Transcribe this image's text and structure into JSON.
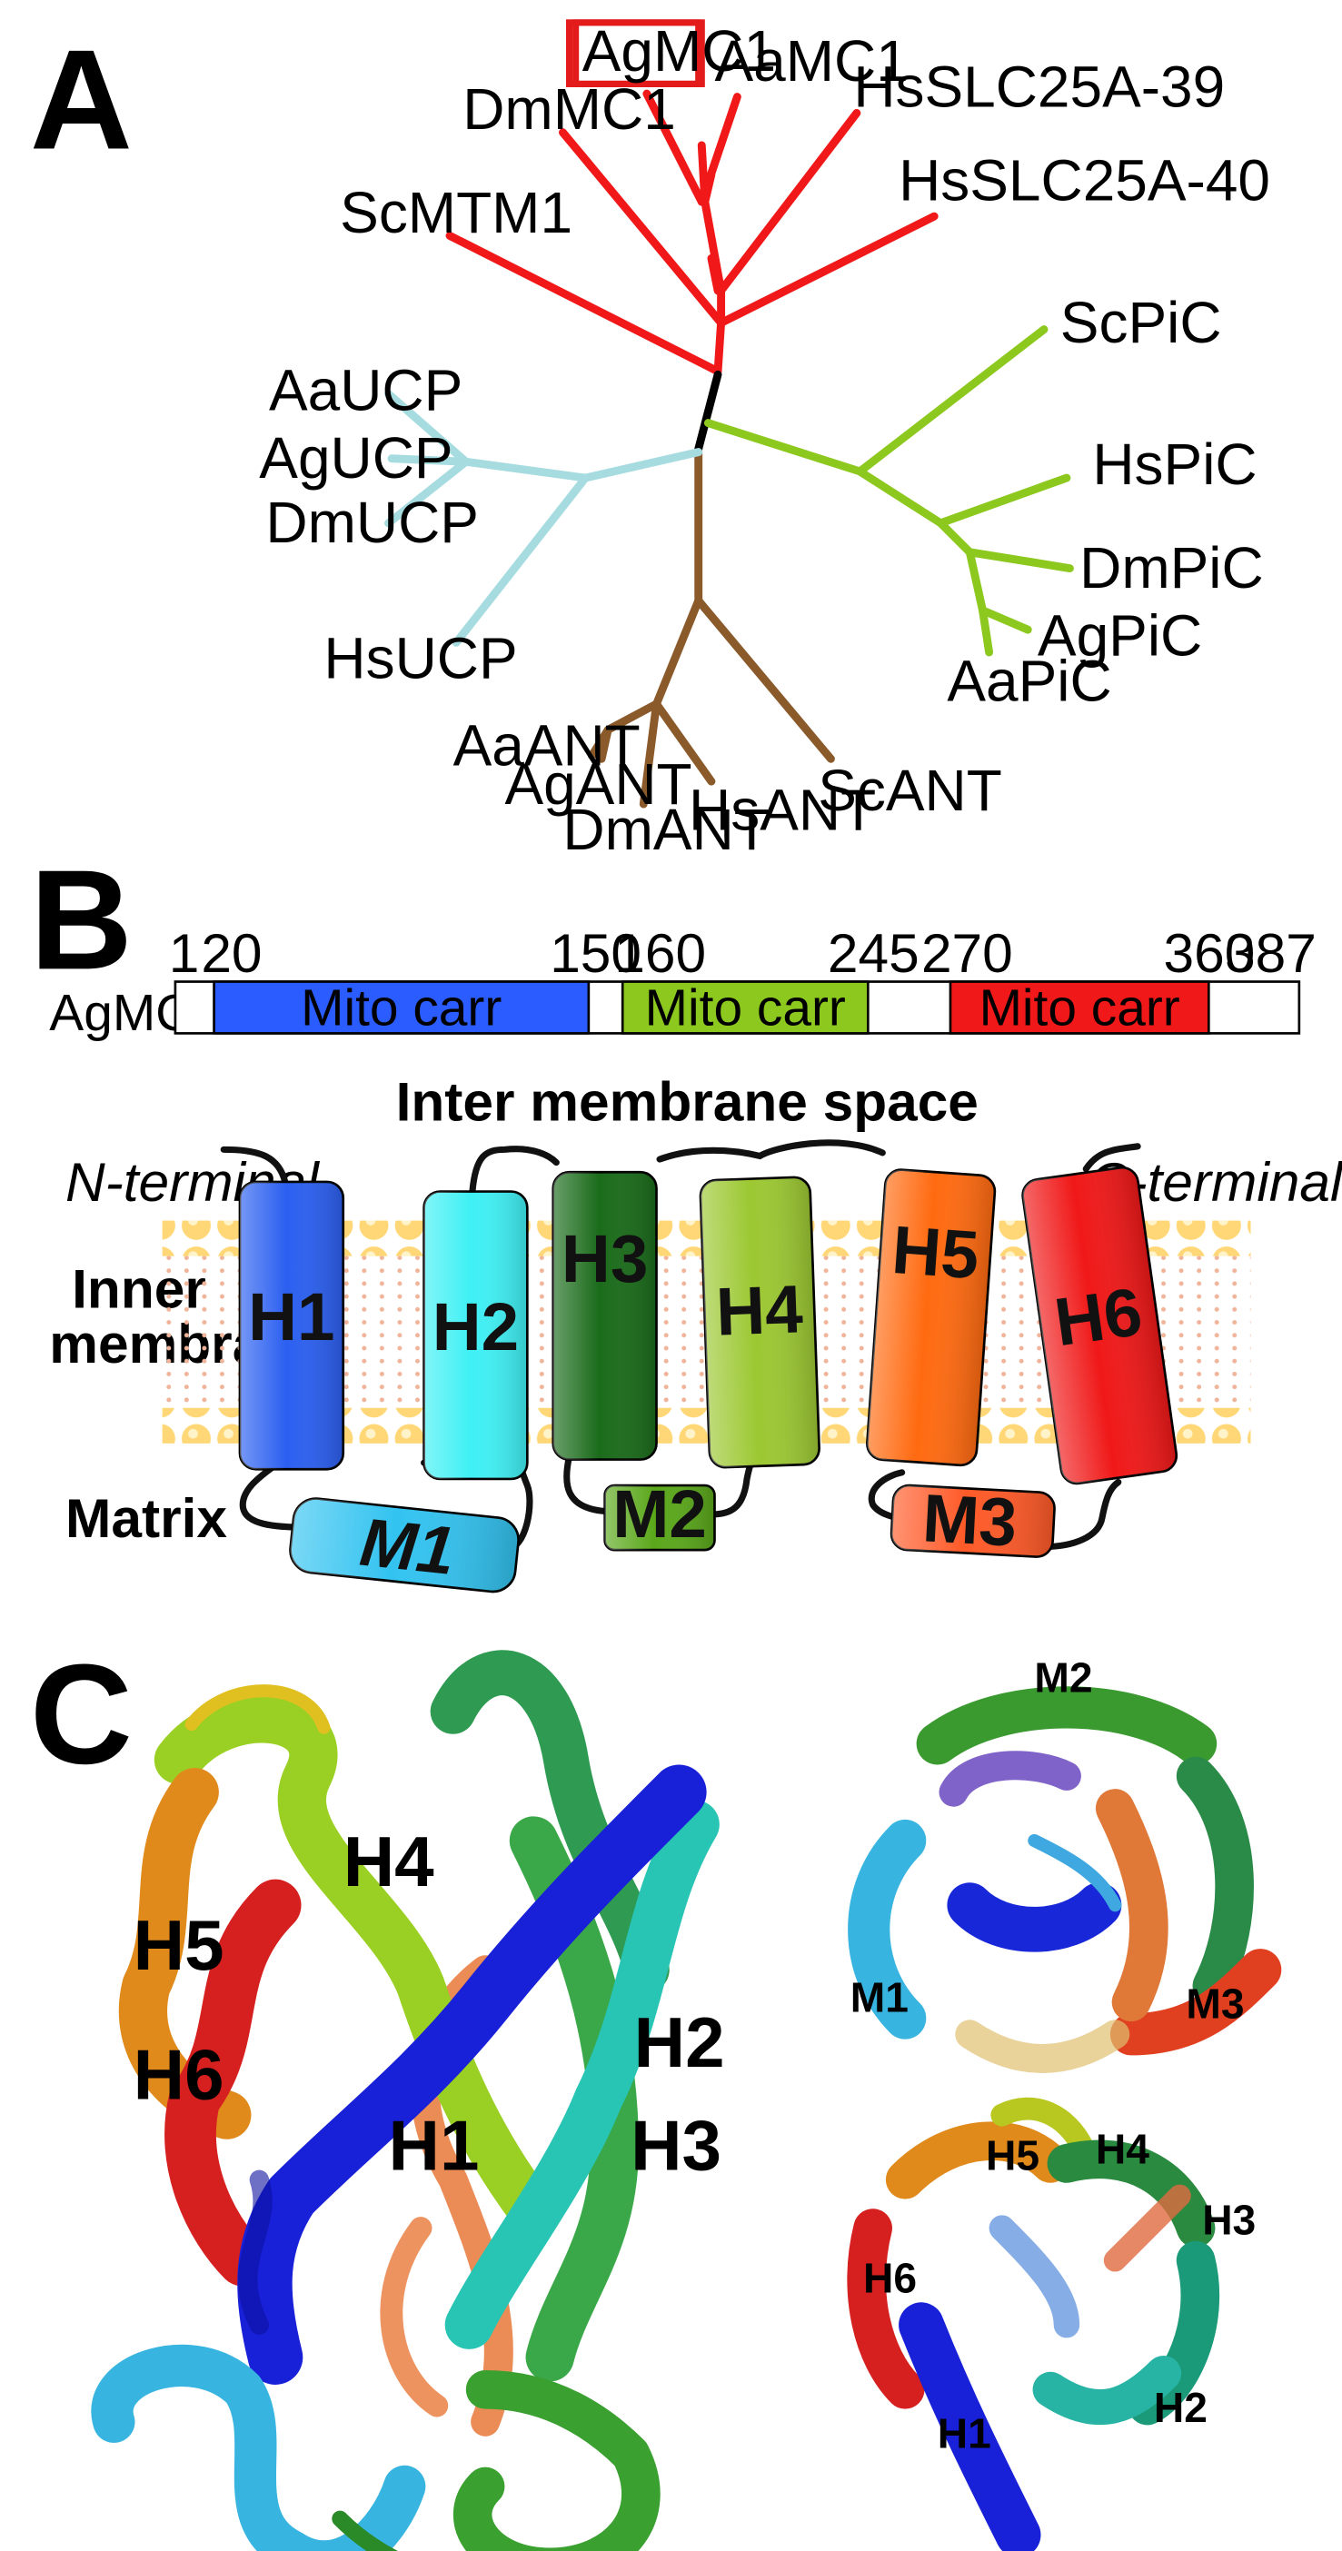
{
  "panel_a": {
    "letter": "A",
    "highlighted_leaf": "AgMC1",
    "clusters": {
      "mc1": {
        "color": "#f01818",
        "leaves": [
          "AgMC1",
          "AaMC1",
          "HsSLC25A-39",
          "HsSLC25A-40",
          "DmMC1",
          "ScMTM1"
        ]
      },
      "pic": {
        "color": "#8cc81e",
        "leaves": [
          "ScPiC",
          "HsPiC",
          "DmPiC",
          "AgPiC",
          "AaPiC"
        ]
      },
      "ant": {
        "color": "#8b5a2b",
        "leaves": [
          "ScANT",
          "HsANT",
          "DmANT",
          "AgANT",
          "AaANT"
        ]
      },
      "ucp": {
        "color": "#a6dce0",
        "leaves": [
          "AaUCP",
          "AgUCP",
          "DmUCP",
          "HsUCP"
        ]
      }
    }
  },
  "panel_b": {
    "letter": "B",
    "protein": "AgMC1",
    "positions": [
      "1",
      "20",
      "150",
      "160",
      "245",
      "270",
      "360",
      "387"
    ],
    "domains": [
      {
        "label": "Mito carr",
        "start": 20,
        "end": 150,
        "color": "#2b5cff"
      },
      {
        "label": "Mito carr",
        "start": 160,
        "end": 245,
        "color": "#8cc81e"
      },
      {
        "label": "Mito carr",
        "start": 270,
        "end": 360,
        "color": "#f01818"
      }
    ],
    "topology": {
      "top_label": "Inter membrane space",
      "membrane_label_1": "Inner",
      "membrane_label_2": "membrane",
      "matrix_label": "Matrix",
      "n_terminal": "N-terminal",
      "c_terminal": "C-terminal",
      "helices": [
        {
          "label": "H1",
          "color": "#2b5ff0"
        },
        {
          "label": "H2",
          "color": "#3ff0f4"
        },
        {
          "label": "H3",
          "color": "#1a6b1a"
        },
        {
          "label": "H4",
          "color": "#9cc832"
        },
        {
          "label": "H5",
          "color": "#ff6a10"
        },
        {
          "label": "H6",
          "color": "#f01818"
        }
      ],
      "matrix_helices": [
        {
          "label": "M1",
          "color": "#33c3f0"
        },
        {
          "label": "M2",
          "color": "#5aa81a"
        },
        {
          "label": "M3",
          "color": "#ff5a28"
        }
      ]
    }
  },
  "panel_c": {
    "letter": "C",
    "main_labels": [
      "H4",
      "H5",
      "H6",
      "H1",
      "H2",
      "H3"
    ],
    "top_view_labels": [
      "M2",
      "M1",
      "M3"
    ],
    "bottom_view_labels": [
      "H5",
      "H4",
      "H3",
      "H6",
      "H2",
      "H1"
    ]
  }
}
